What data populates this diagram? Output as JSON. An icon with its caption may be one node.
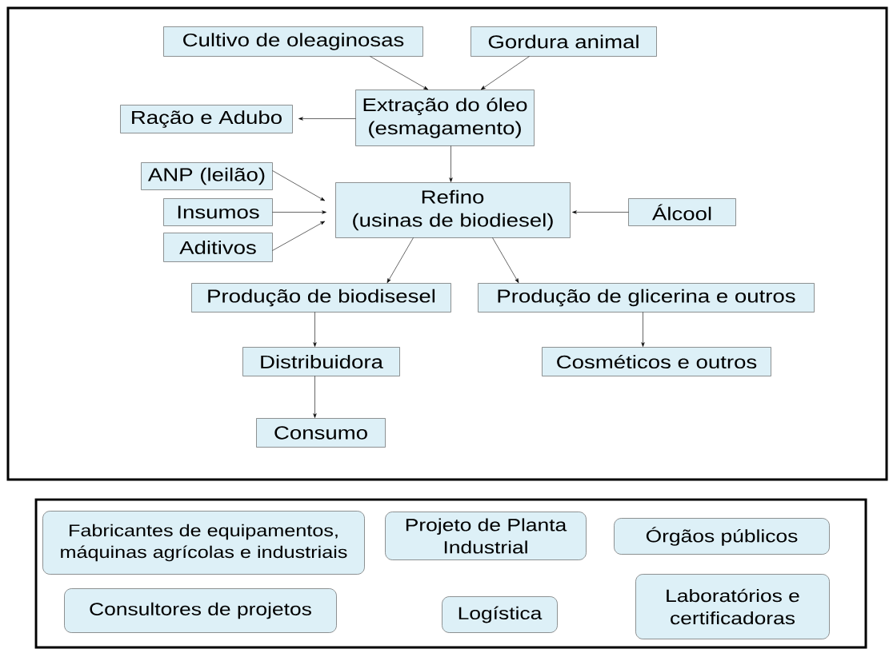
{
  "diagram": {
    "nodes": [
      {
        "text": [],
        "shape": "box"
      },
      {
        "text": [
          "Cultivo de oleaginosas"
        ],
        "in": 0
      },
      {
        "text": [
          "Gordura animal"
        ],
        "in": 0
      },
      {
        "text": [
          "Extração do óleo (esmagamento)"
        ],
        "in": 0
      },
      {
        "text": [
          "Ração e Adubo"
        ],
        "in": 0
      },
      {
        "text": [
          "ANP (leilão)"
        ],
        "in": 0
      },
      {
        "text": [
          "Refino (usinas de biodiesel)"
        ],
        "in": 0
      },
      {
        "text": [
          "Álcool"
        ],
        "in": 0
      },
      {
        "text": [
          "Insumos"
        ],
        "in": 0
      },
      {
        "text": [
          "Aditivos"
        ],
        "in": 0
      },
      {
        "text": [
          "Produção de biodisesel"
        ],
        "in": 0
      },
      {
        "text": [
          "Produção de glicerina e outros"
        ],
        "in": 0
      },
      {
        "text": [
          "Distribuidora"
        ],
        "in": 0
      },
      {
        "text": [
          "Cosméticos e outros"
        ],
        "in": 0
      },
      {
        "text": [
          "Consumo"
        ],
        "in": 0
      },
      {
        "text": [],
        "shape": "box"
      },
      {
        "text": [
          "Fabricantes de equipamentos, máquinas agrícolas e industriais"
        ],
        "in": 15
      },
      {
        "text": [
          "Projeto de Planta Industrial"
        ],
        "in": 15
      },
      {
        "text": [
          "Órgãos públicos"
        ],
        "in": 15
      },
      {
        "text": [
          "Consultores de projetos"
        ],
        "in": 15
      },
      {
        "text": [
          "Logística"
        ],
        "in": 15
      },
      {
        "text": [
          "Laboratórios e certificadoras"
        ],
        "in": 15
      }
    ],
    "edges": [
      {
        "from": 1,
        "to": 3,
        "arrow": "to"
      },
      {
        "from": 2,
        "to": 3,
        "arrow": "to"
      },
      {
        "from": 3,
        "to": 4,
        "arrow": "to"
      },
      {
        "from": 3,
        "to": 6,
        "arrow": "to"
      },
      {
        "from": 5,
        "to": 6,
        "arrow": "to"
      },
      {
        "from": 8,
        "to": 6,
        "arrow": "to"
      },
      {
        "from": 9,
        "to": 6,
        "arrow": "to"
      },
      {
        "from": 7,
        "to": 6,
        "arrow": "to"
      },
      {
        "from": 6,
        "to": 10,
        "arrow": "to"
      },
      {
        "from": 6,
        "to": 11,
        "arrow": "to"
      },
      {
        "from": 10,
        "to": 12,
        "arrow": "to"
      },
      {
        "from": 11,
        "to": 13,
        "arrow": "to"
      },
      {
        "from": 12,
        "to": 14,
        "arrow": "to"
      }
    ]
  }
}
